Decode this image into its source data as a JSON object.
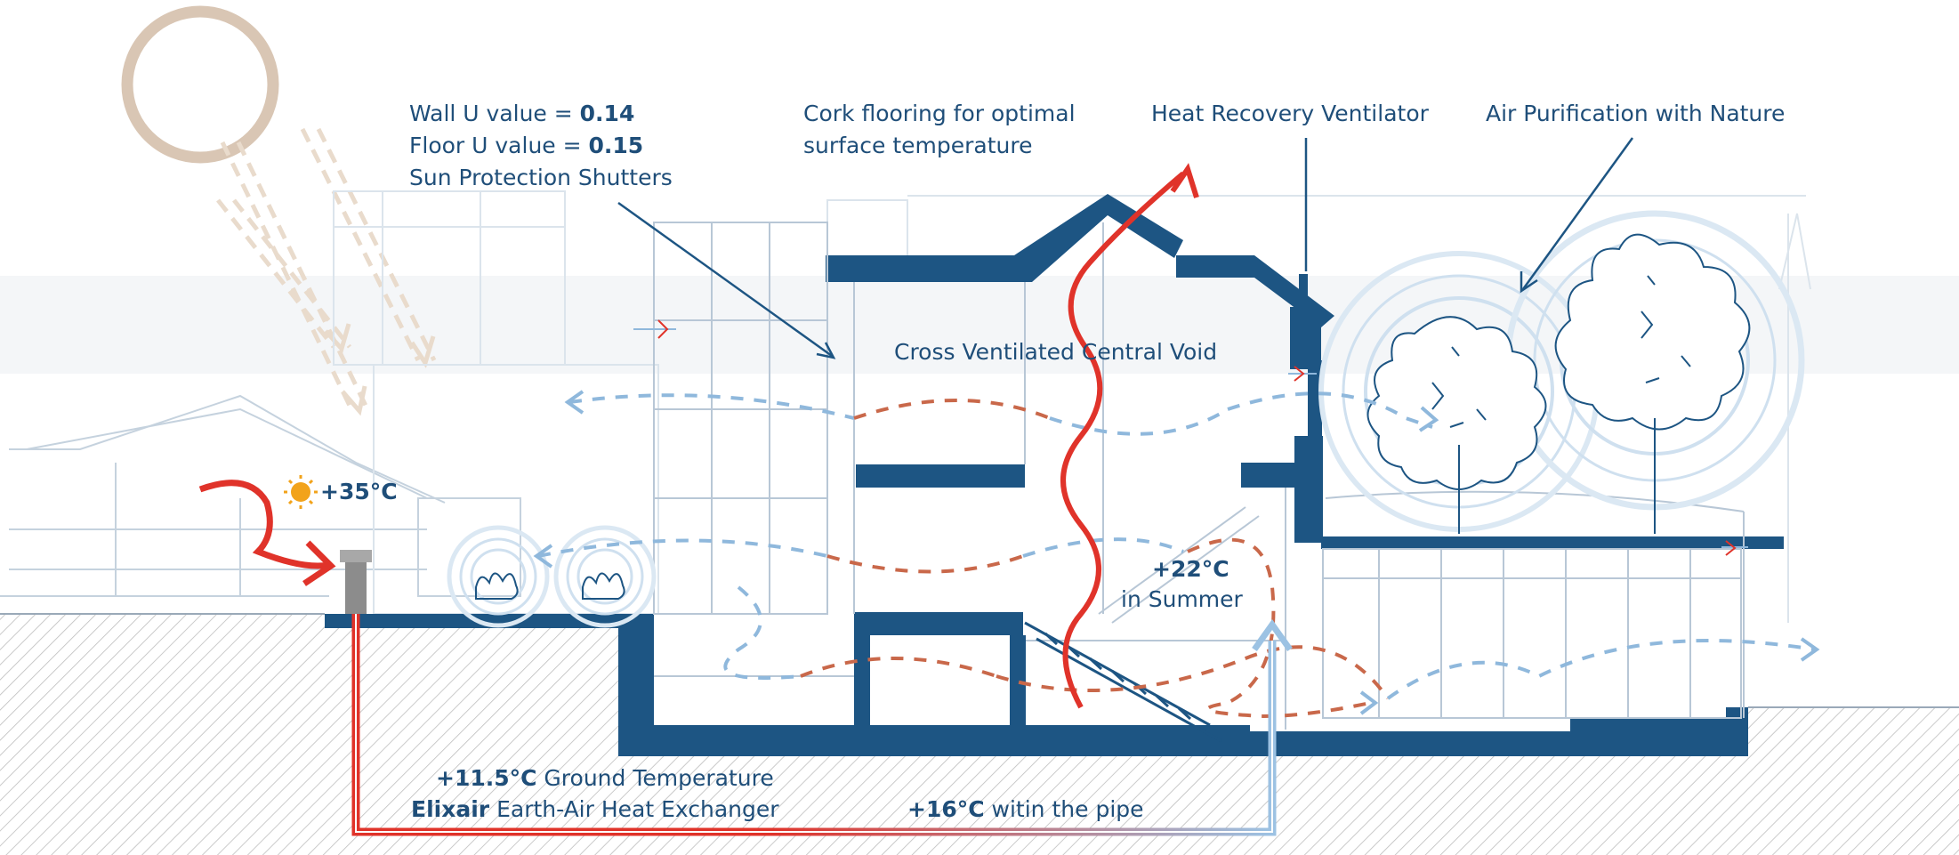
{
  "annotations": {
    "wall_u_prefix": "Wall U value = ",
    "wall_u_value": "0.14",
    "floor_u_prefix": "Floor U value = ",
    "floor_u_value": "0.15",
    "sun_shutters": "Sun Protection Shutters",
    "cork_line1": "Cork flooring for optimal",
    "cork_line2": "surface temperature",
    "hrv": "Heat Recovery Ventilator",
    "air_purification": "Air Purification with Nature",
    "void": "Cross Ventilated Central Void",
    "outdoor_temp": "+35°C",
    "indoor_temp": "+22°C",
    "indoor_season": "in Summer",
    "ground_temp_value": "+11.5°C",
    "ground_temp_label": " Ground Temperature",
    "exchanger_brand": "Elixair",
    "exchanger_label": " Earth-Air Heat Exchanger",
    "pipe_temp_value": "+16°C",
    "pipe_temp_label": " witin the pipe"
  },
  "colors": {
    "structure": "#1d5583",
    "text": "#1f4e79",
    "hot_air": "#e0332a",
    "cool_air": "#8fb8dc",
    "warm_dashed": "#c9684a",
    "sun": "#d9c6b4",
    "sun_rays": "#e6d6c6",
    "sketch": "#c8d6e4",
    "ground_hatch": "#b9b9b9",
    "sun_icon": "#f2a31b"
  }
}
